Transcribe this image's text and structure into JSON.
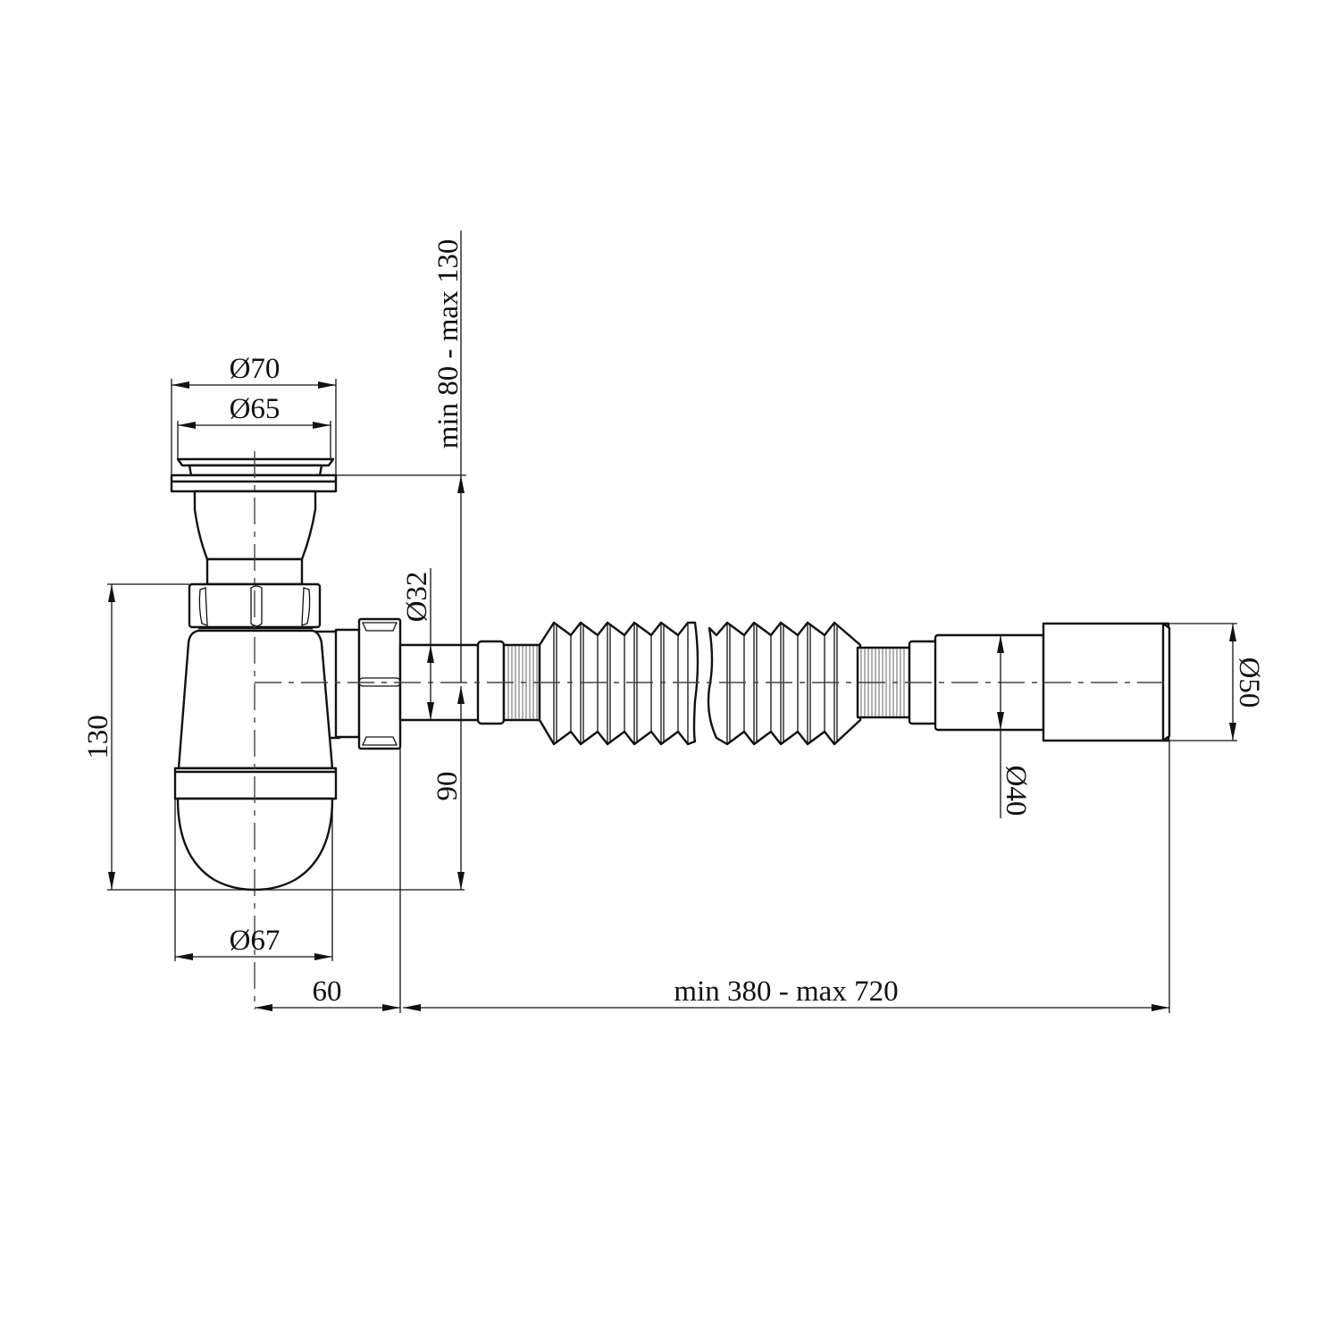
{
  "drawing": {
    "title": "Bottle siphon with flexible corrugated outlet - dimensional drawing",
    "line_color": "#111111",
    "background": "#ffffff"
  },
  "dimensions": {
    "top_outer_diameter": "Ø70",
    "top_inner_diameter": "Ø65",
    "inlet_height_range": "min 80 - max 130",
    "outlet_diameter": "Ø32",
    "body_height": "130",
    "outlet_axis_height": "90",
    "cup_diameter": "Ø67",
    "axis_to_outlet_offset": "60",
    "hose_length_range": "min 380 - max 720",
    "hose_inner_diameter": "Ø40",
    "hose_outer_diameter": "Ø50"
  }
}
